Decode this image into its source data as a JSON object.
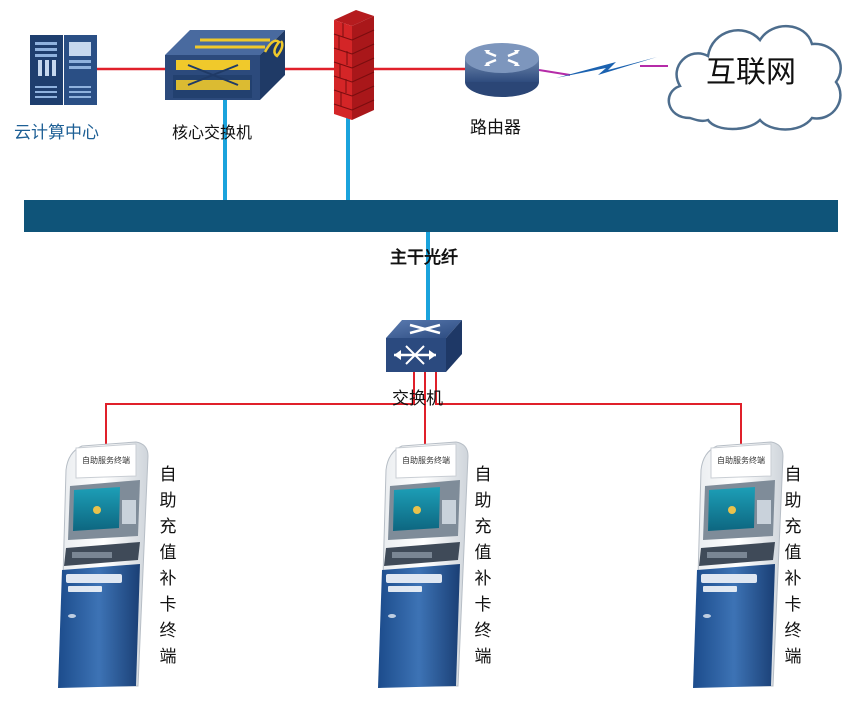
{
  "labels": {
    "cloud_center": "云计算中心",
    "core_switch": "核心交换机",
    "router": "路由器",
    "internet": "互联网",
    "backbone": "主干光纤",
    "access_switch": "交换机",
    "terminal": "自助充值补卡终端",
    "kiosk_screen_header": "自助服务终端"
  },
  "colors": {
    "red_link": "#e0202a",
    "blue_link": "#1aa3dc",
    "backbone": "#0f5479",
    "cloud_center_text": "#1d5f95"
  }
}
